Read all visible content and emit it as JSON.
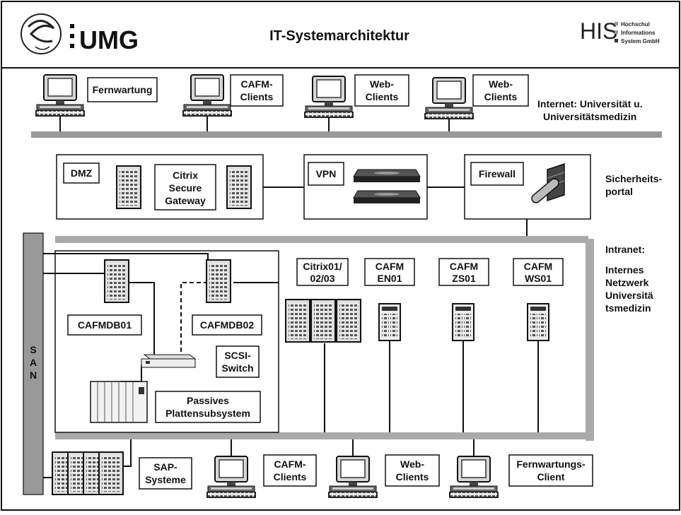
{
  "header": {
    "logo_text": "UMG",
    "title": "IT-Systemarchitektur",
    "his_logo": "HIS",
    "his_lines": [
      "Hochschul",
      "Informations",
      "System GmbH"
    ]
  },
  "internet": {
    "clients": [
      {
        "lines": [
          "Fernwartung"
        ]
      },
      {
        "lines": [
          "CAFM-",
          "Clients"
        ]
      },
      {
        "lines": [
          "Web-",
          "Clients"
        ]
      },
      {
        "lines": [
          "Web-",
          "Clients"
        ]
      }
    ],
    "zone_label": [
      "Internet:  Universität u.",
      "Universitätsmedizin"
    ]
  },
  "dmz": {
    "dmz_label": "DMZ",
    "citrix_label": [
      "Citrix",
      "Secure",
      "Gateway"
    ],
    "vpn_label": "VPN",
    "firewall_label": "Firewall",
    "zone_label": [
      "Sicherheits-",
      "portal"
    ]
  },
  "intranet": {
    "zone_label": [
      "Intranet:",
      "",
      "Internes",
      "Netzwerk",
      "Universitä",
      "tsmedizin"
    ],
    "san_label": [
      "S",
      "A",
      "N"
    ],
    "db1_label": "CAFMDB01",
    "db2_label": "CAFMDB02",
    "switch_label": [
      "SCSI-",
      "Switch"
    ],
    "storage_label": [
      "Passives",
      "Plattensubsystem"
    ],
    "servers": [
      {
        "lines": [
          "Citrix01/",
          "02/03"
        ]
      },
      {
        "lines": [
          "CAFM",
          "EN01"
        ]
      },
      {
        "lines": [
          "CAFM",
          "ZS01"
        ]
      },
      {
        "lines": [
          "CAFM",
          "WS01"
        ]
      }
    ]
  },
  "bottom": {
    "sap_label": [
      "SAP-",
      "Systeme"
    ],
    "clients": [
      {
        "lines": [
          "CAFM-",
          "Clients"
        ]
      },
      {
        "lines": [
          "Web-",
          "Clients"
        ]
      },
      {
        "lines": [
          "Fernwartungs-",
          "Client"
        ]
      }
    ]
  }
}
